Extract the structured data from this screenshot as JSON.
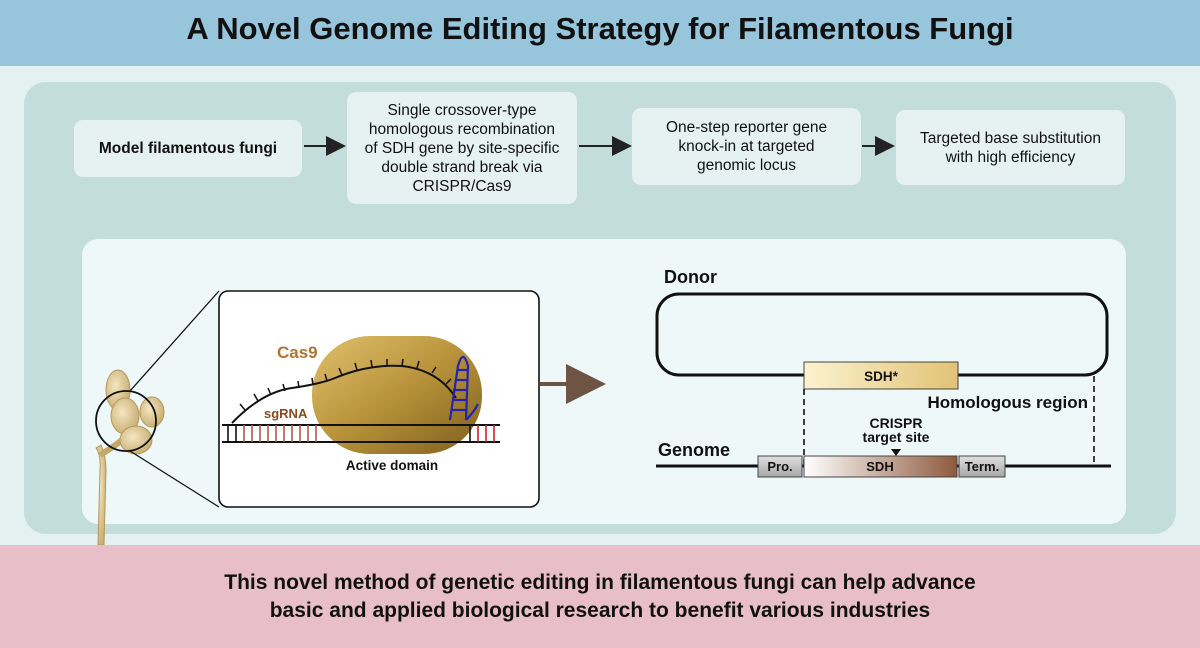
{
  "header": {
    "title": "A Novel Genome Editing Strategy for Filamentous Fungi"
  },
  "flow": {
    "steps": [
      {
        "label": "Model filamentous fungi"
      },
      {
        "label": "Single crossover-type\nhomologous recombination\nof SDH gene by site-specific\ndouble strand break via\nCRISPR/Cas9"
      },
      {
        "label": "One-step reporter gene\nknock-in at targeted\ngenomic locus"
      },
      {
        "label": "Targeted base substitution\nwith high efficiency"
      }
    ]
  },
  "crispr_diagram": {
    "cas9_label": "Cas9",
    "sgrna_label": "sgRNA",
    "active_domain_label": "Active domain"
  },
  "genome_diagram": {
    "donor_label": "Donor",
    "sdh_mutant_label": "SDH*",
    "homologous_region_label": "Homologous region",
    "crispr_target_line1": "CRISPR",
    "crispr_target_line2": "target site",
    "genome_label": "Genome",
    "promoter_label": "Pro.",
    "sdh_label": "SDH",
    "terminator_label": "Term."
  },
  "footer": {
    "text": "This novel method of genetic editing in filamentous fungi can help advance\nbasic and applied biological research to benefit various industries"
  },
  "colors": {
    "header_bg": "#97c5dc",
    "panel_bg": "#c3dddb",
    "footer_bg": "#e8bfc8",
    "cas9_gold": "#b8923a",
    "sgrna_brown": "#8a4a1c",
    "guide_blue": "#2323b0",
    "sdh_brown": "#8f5a3e"
  },
  "icons": [
    "arrow-right-icon",
    "fungi-hyphae-icon",
    "magnify-circle-icon",
    "target-triangle-icon"
  ]
}
